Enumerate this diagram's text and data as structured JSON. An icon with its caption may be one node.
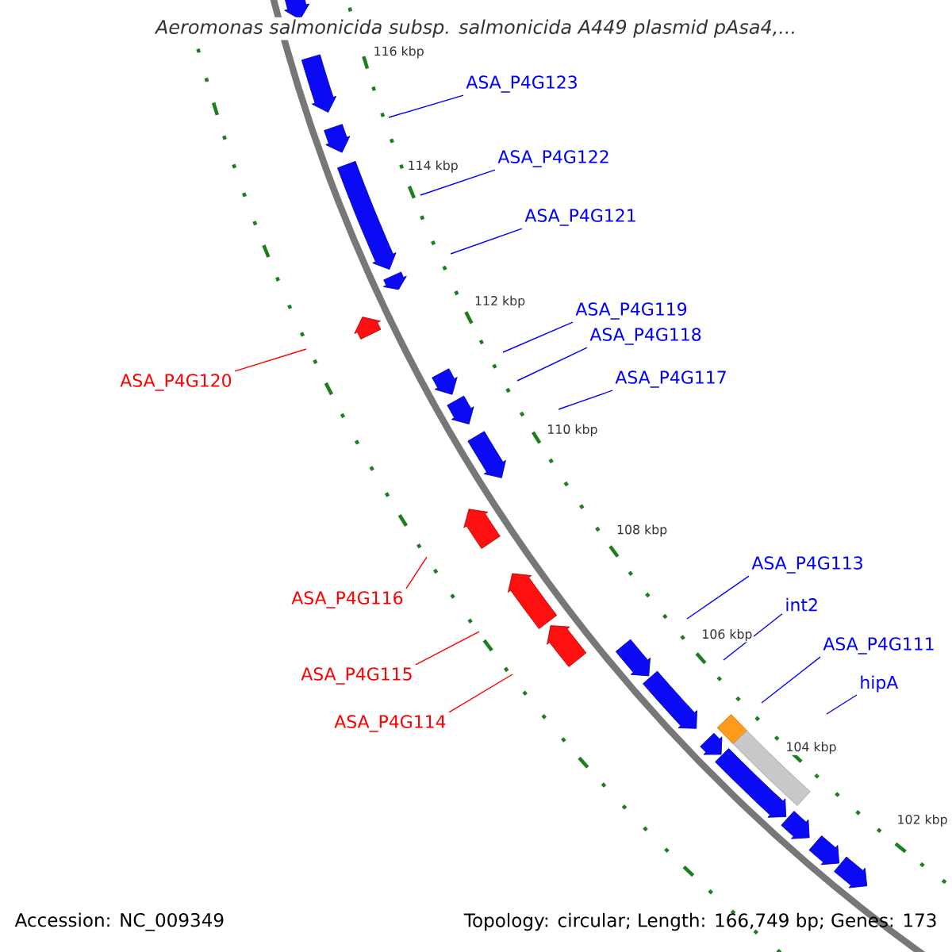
{
  "diagram": {
    "title": "Aeromonas salmonicida subsp. salmonicida A449 plasmid pAsa4,...",
    "nodes": [
      {
        "text": [
          "ASA_P4G123"
        ]
      },
      {
        "text": [
          "ASA_P4G122"
        ]
      },
      {
        "text": [
          "ASA_P4G121"
        ]
      },
      {
        "text": [
          "ASA_P4G119"
        ]
      },
      {
        "text": [
          "ASA_P4G118"
        ]
      },
      {
        "text": [
          "ASA_P4G117"
        ]
      },
      {
        "text": [
          "ASA_P4G120"
        ]
      },
      {
        "text": [
          "ASA_P4G113"
        ]
      },
      {
        "text": [
          "ASA_P4G116"
        ]
      },
      {
        "text": [
          "int2"
        ]
      },
      {
        "text": [
          "ASA_P4G111"
        ]
      },
      {
        "text": [
          "ASA_P4G115"
        ]
      },
      {
        "text": [
          "hipA"
        ]
      },
      {
        "text": [
          "ASA_P4G114"
        ]
      }
    ],
    "edges": [
      {
        "from": 0,
        "to": null,
        "arrow": "none"
      },
      {
        "from": 1,
        "to": null,
        "arrow": "none"
      },
      {
        "from": 2,
        "to": null,
        "arrow": "none"
      },
      {
        "from": 3,
        "to": null,
        "arrow": "none"
      },
      {
        "from": 4,
        "to": null,
        "arrow": "none"
      },
      {
        "from": 5,
        "to": null,
        "arrow": "none"
      },
      {
        "from": 6,
        "to": null,
        "arrow": "none",
        "color": "#ff0000"
      },
      {
        "from": 7,
        "to": null,
        "arrow": "none"
      },
      {
        "from": 8,
        "to": null,
        "arrow": "none",
        "color": "#ff0000"
      },
      {
        "from": 9,
        "to": null,
        "arrow": "none"
      },
      {
        "from": 10,
        "to": null,
        "arrow": "none"
      },
      {
        "from": 11,
        "to": null,
        "arrow": "none",
        "color": "#ff0000"
      },
      {
        "from": 12,
        "to": null,
        "arrow": "none"
      },
      {
        "from": 13,
        "to": null,
        "arrow": "none",
        "color": "#ff0000"
      }
    ],
    "labels": [
      "116 kbp",
      "114 kbp",
      "112 kbp",
      "110 kbp",
      "108 kbp",
      "106 kbp",
      "104 kbp",
      "102 kbp",
      "Accession: NC_009349",
      "Topology: circular; Length: 166,749 bp; Genes: 173"
    ]
  }
}
